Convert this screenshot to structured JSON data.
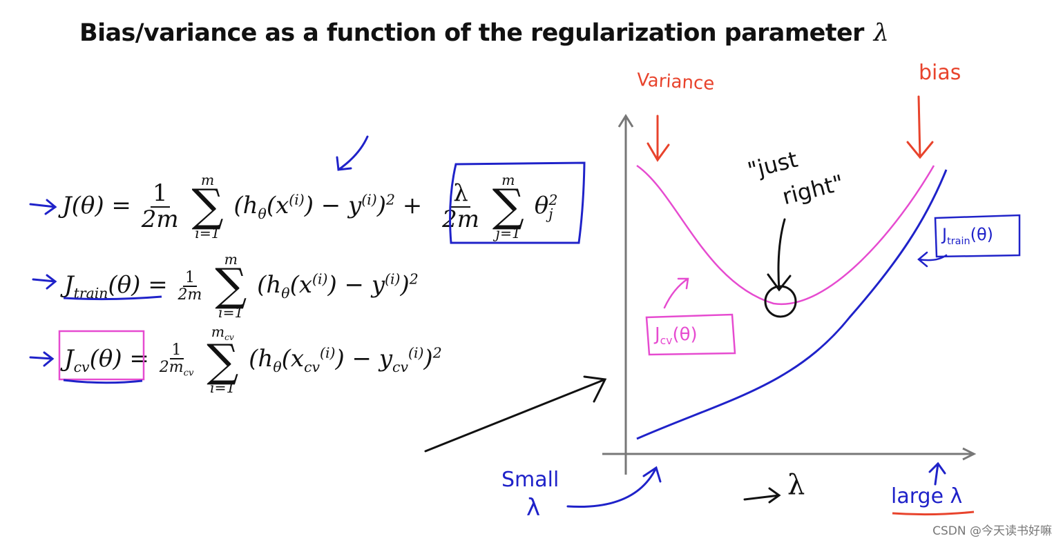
{
  "title": {
    "text": "Bias/variance as a function of the regularization parameter",
    "symbol": "λ"
  },
  "equations": {
    "J": {
      "lhs": "J(θ) =",
      "frac1_num": "1",
      "frac1_den": "2m",
      "sum1_top": "m",
      "sum1_bottom": "i=1",
      "term1": "(hθ(x(i)) − y(i))2 +",
      "frac2_num": "λ",
      "frac2_den": "2m",
      "sum2_top": "m",
      "sum2_bottom": "j=1",
      "term2": "θj2"
    },
    "J_train": {
      "lhs": "Jtrain(θ) =",
      "frac_num": "1",
      "frac_den": "2m",
      "sum_top": "m",
      "sum_bottom": "i=1",
      "term": "(hθ(x(i)) − y(i))2"
    },
    "J_cv": {
      "lhs": "Jcv(θ) =",
      "frac_num": "1",
      "frac_den": "2mcv",
      "sum_top": "mcv",
      "sum_bottom": "i=1",
      "term": "(hθ(xcv(i)) − ycv(i))2"
    }
  },
  "annotations": {
    "variance": "Variance",
    "bias": "bias",
    "just_right_1": "\"just",
    "just_right_2": "right\"",
    "jtrain_label": "Jtrain(θ)",
    "jcv_label": "Jcv(θ)",
    "small_1": "Small",
    "small_2": "λ",
    "axis_lambda": "λ",
    "large": "large λ"
  },
  "watermark": "CSDN @今天读书好嘛",
  "colors": {
    "variance_red": "#e8432c",
    "jcv_pink": "#e64bd0",
    "jtrain_blue": "#1f22c9",
    "ink": "#111111"
  }
}
